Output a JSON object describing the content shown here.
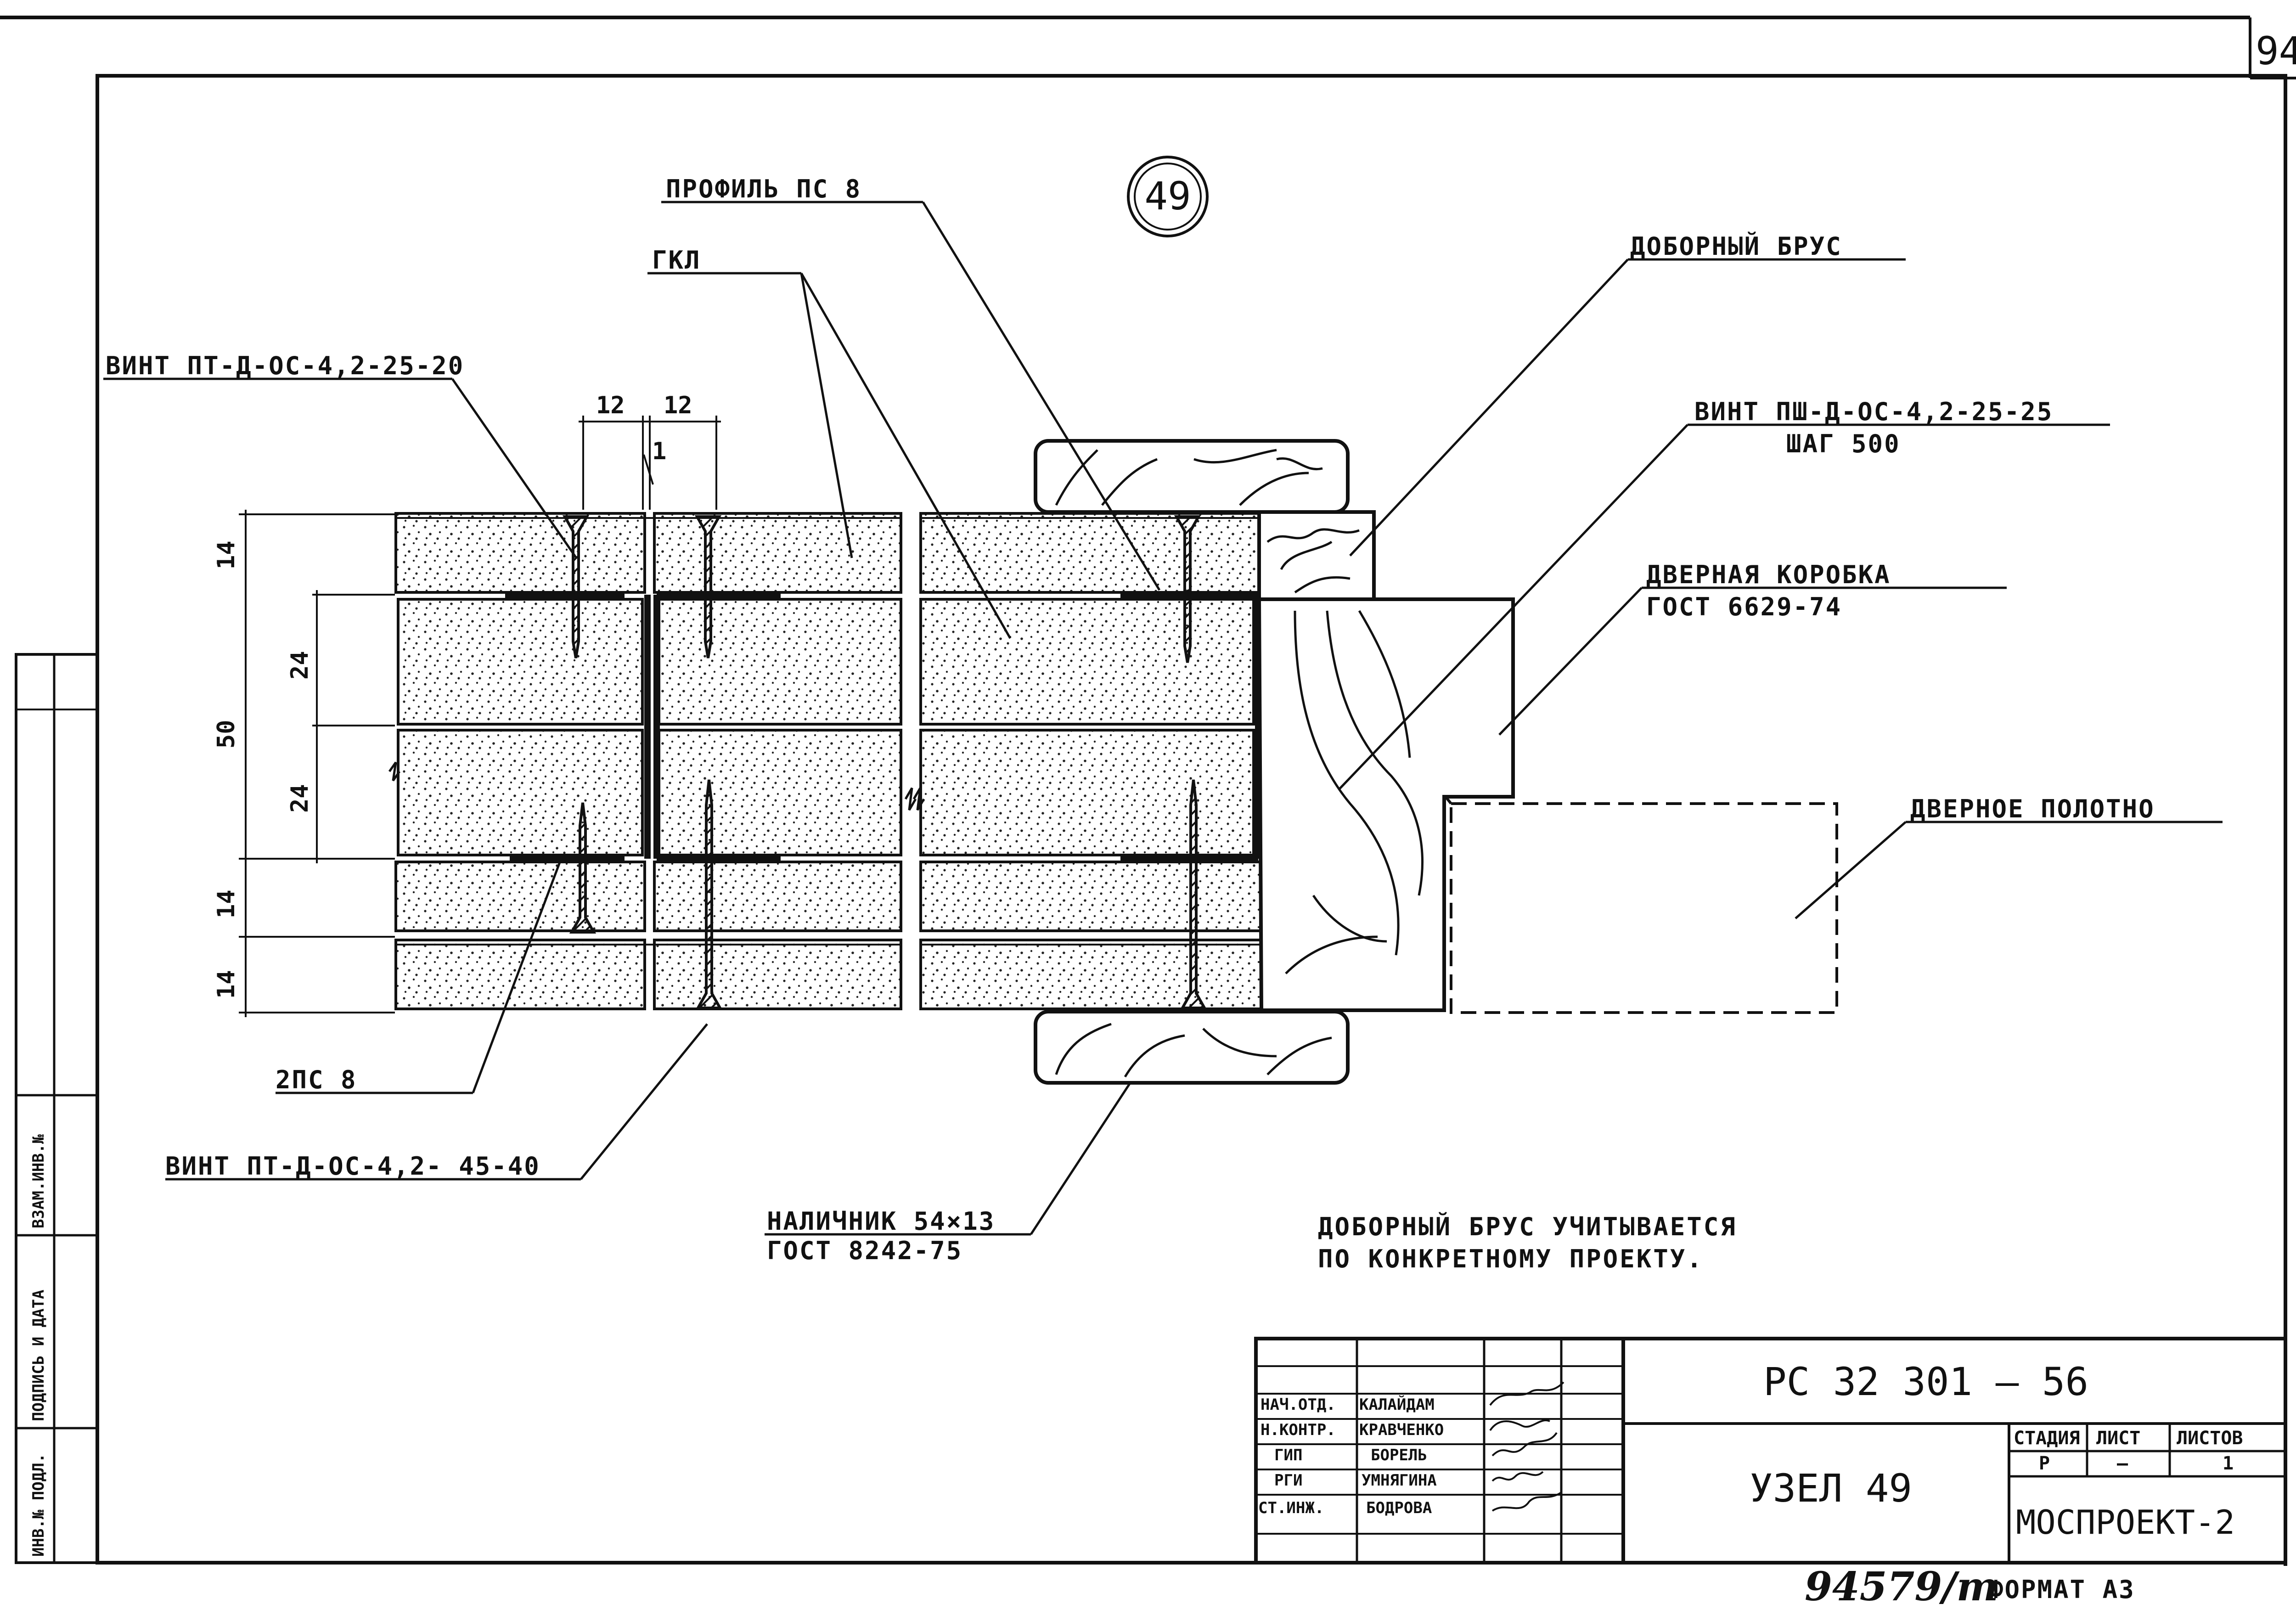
{
  "sheet_number": "94",
  "detail_number": "49",
  "labels": {
    "profile": "ПРОФИЛЬ ПС 8",
    "gkl": "ГКЛ",
    "screw1": "ВИНТ ПТ-Д-ОС-4,2-25-20",
    "add_beam": "ДОБОРНЫЙ БРУС",
    "screw2": "ВИНТ ПШ-Д-ОС-4,2-25-25",
    "screw2_step": "ШАГ 500",
    "door_frame": "ДВЕРНАЯ КОРОБКА",
    "door_frame_std": "ГОСТ 6629-74",
    "door_leaf": "ДВЕРНОЕ ПОЛОТНО",
    "profile2": "2ПС 8",
    "screw3": "ВИНТ ПТ-Д-ОС-4,2- 45-40",
    "casing": "НАЛИЧНИК 54×13",
    "casing_std": "ГОСТ 8242-75"
  },
  "dimensions": {
    "d12a": "12",
    "d12b": "12",
    "d1": "1",
    "d14a": "14",
    "d24a": "24",
    "d50": "50",
    "d24b": "24",
    "d14b": "14",
    "d14c": "14"
  },
  "note": {
    "line1": "ДОБОРНЫЙ БРУС УЧИТЫВАЕТСЯ",
    "line2": "ПО КОНКРЕТНОМУ ПРОЕКТУ."
  },
  "title_block": {
    "doc_code": "РС 32 301 – 56",
    "title": "УЗЕЛ 49",
    "org": "МОСПРОЕКТ-2",
    "stage_header": "СТАДИЯ",
    "sheet_header": "ЛИСТ",
    "sheets_header": "ЛИСТОВ",
    "stage": "Р",
    "sheet": "—",
    "sheets": "1",
    "staff": [
      {
        "role": "НАЧ.ОТД.",
        "name": "КАЛАЙДАМ"
      },
      {
        "role": "Н.КОНТР.",
        "name": "КРАВЧЕНКО"
      },
      {
        "role": "ГИП",
        "name": "БОРЕЛЬ"
      },
      {
        "role": "РГИ",
        "name": "УМНЯГИНА"
      },
      {
        "role": "СТ.ИНЖ.",
        "name": "БОДРОВА"
      }
    ]
  },
  "inventory": "94579/т",
  "format": "ФОРМАТ А3",
  "side_stamp": [
    "ИНВ.№ ПОДЛ.",
    "ПОДПИСЬ И ДАТА",
    "ВЗАМ.ИНВ.№"
  ]
}
